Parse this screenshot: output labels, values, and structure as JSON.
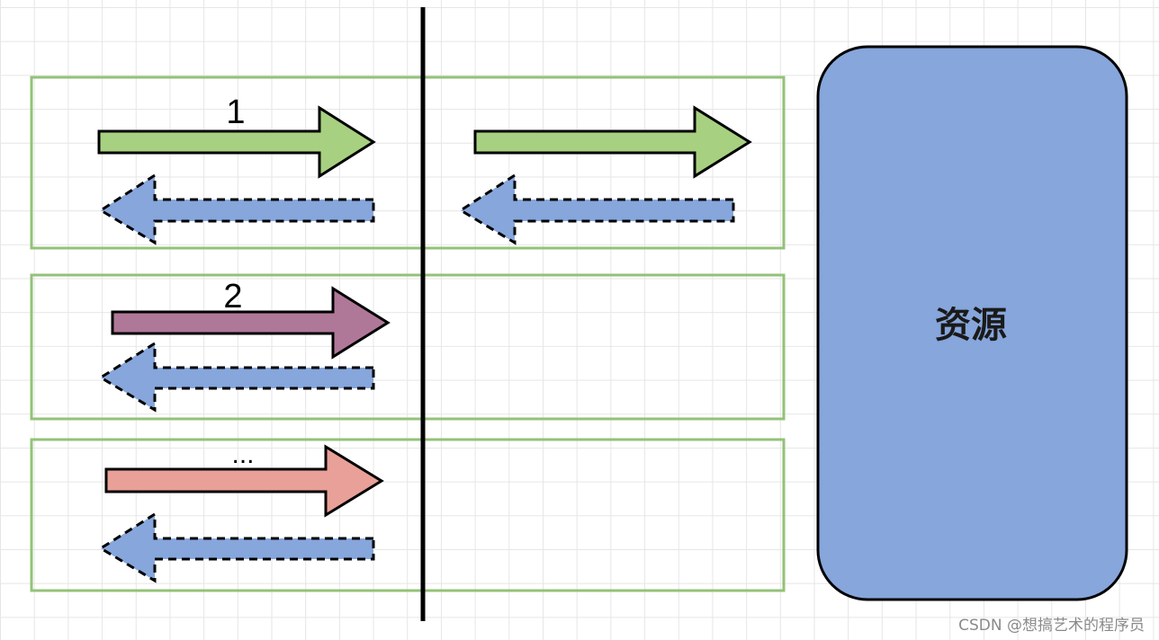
{
  "labels": {
    "row1": "1",
    "row2": "2",
    "row3": "..."
  },
  "resource": {
    "label": "资源"
  },
  "watermark": "CSDN @想搞艺术的程序员",
  "colors": {
    "green_fill": "#a7d080",
    "purple_fill": "#b07898",
    "pink_fill": "#e8a098",
    "blue_fill": "#86a6dc",
    "group_border": "#93c278",
    "resource_fill": "#86a6dc",
    "divider": "#000000"
  }
}
